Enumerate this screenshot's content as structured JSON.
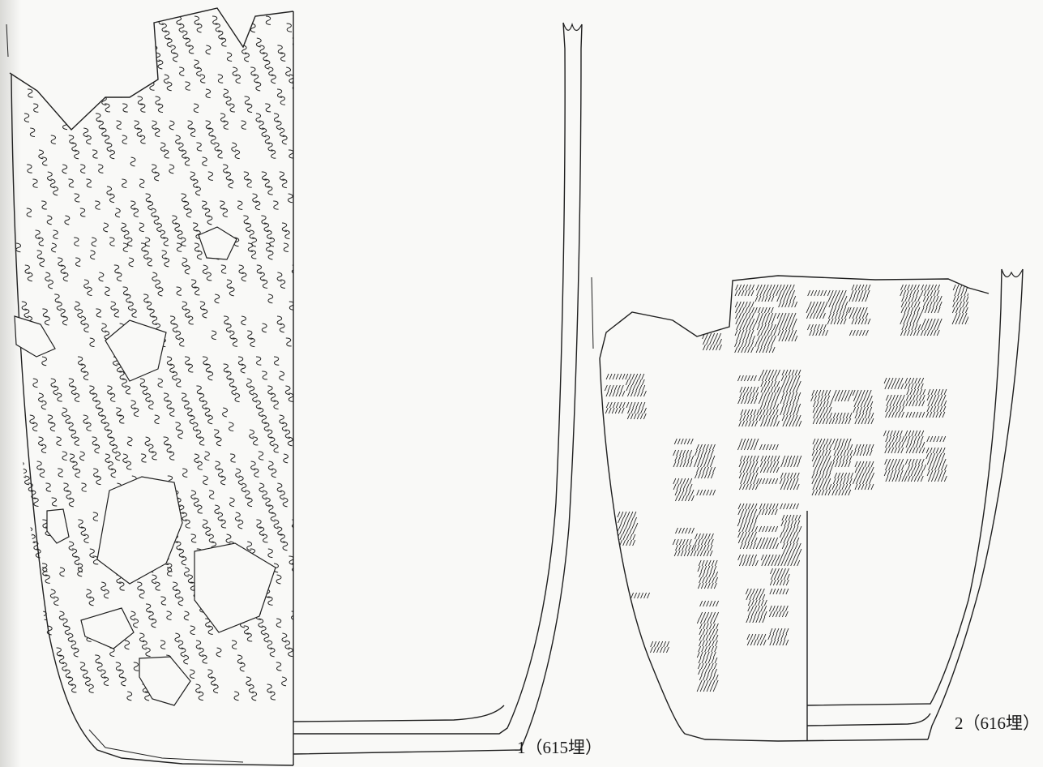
{
  "figure": {
    "vessels": [
      {
        "id": "1",
        "caption": "1（615埋）",
        "decoration": "cord-marked",
        "mark_style": "coil"
      },
      {
        "id": "2",
        "caption": "2（616埋）",
        "decoration": "cord-marked",
        "mark_style": "hatch"
      }
    ],
    "colors": {
      "line": "#1f1f1f",
      "paper": "#f9f9f7",
      "edge_shadow": "#d9d9d6"
    }
  }
}
